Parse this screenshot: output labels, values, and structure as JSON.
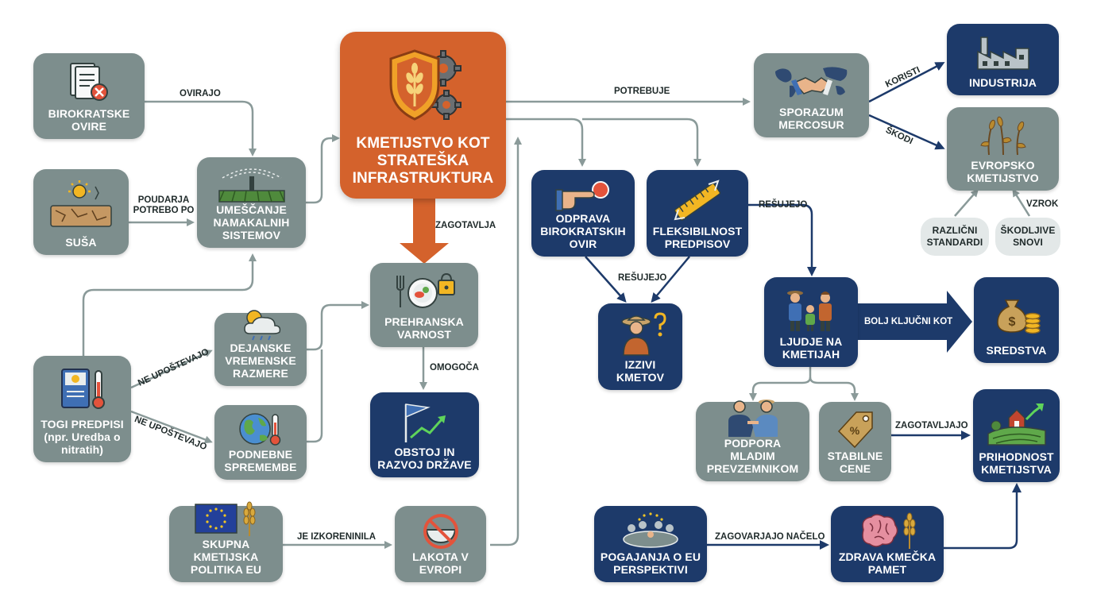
{
  "colors": {
    "gray_node": "#7d8e8d",
    "navy_node": "#1d3a6a",
    "orange_node": "#d4622c",
    "gray_edge": "#8a9a99",
    "navy_edge": "#1d3a6a",
    "orange_edge": "#d4622c"
  },
  "nodes": {
    "birokratske_ovire": "BIROKRATSKE OVIRE",
    "susa": "SUŠA",
    "umescanje": "UMEŠČANJE NAMAKALNIH SISTEMOV",
    "togi_predpisi": "TOGI PREDPISI (npr. Uredba o nitratih)",
    "dejanske": "DEJANSKE VREMENSKE RAZMERE",
    "podnebne": "PODNEBNE SPREMEMBE",
    "skupna_politika": "SKUPNA KMETIJSKA POLITIKA EU",
    "kmetijstvo_infra": "KMETIJSTVO KOT STRATEŠKA INFRASTRUKTURA",
    "prehranska": "PREHRANSKA VARNOST",
    "obstoj": "OBSTOJ IN RAZVOJ DRŽAVE",
    "lakota": "LAKOTA V EVROPI",
    "odprava": "ODPRAVA BIROKRATSKIH OVIR",
    "fleksibilnost": "FLEKSIBILNOST PREDPISOV",
    "izzivi": "IZZIVI KMETOV",
    "sporazum": "SPORAZUM MERCOSUR",
    "industrija": "INDUSTRIJA",
    "evropsko": "EVROPSKO KMETIJSTVO",
    "razlicni": "RAZLIČNI STANDARDI",
    "skodljive": "ŠKODLJIVE SNOVI",
    "ljudje": "LJUDJE NA KMETIJAH",
    "sredstva": "SREDSTVA",
    "podpora": "PODPORA MLADIM PREVZEMNIKOM",
    "stabilne": "STABILNE CENE",
    "prihodnost": "PRIHODNOST KMETIJSTVA",
    "pogajanja": "POGAJANJA O EU PERSPEKTIVI",
    "zdrava": "ZDRAVA KMEČKA PAMET"
  },
  "edge_labels": {
    "ovirajo": "OVIRAJO",
    "poudarja": "POUDARJA POTREBO PO",
    "ne_upostevajo_1": "NE UPOŠTEVAJO",
    "ne_upostevajo_2": "NE UPOŠTEVAJO",
    "zagotavlja": "ZAGOTAVLJA",
    "omogoca": "OMOGOČA",
    "je_izkoreninila": "JE IZKORENINILA",
    "potrebuje": "POTREBUJE",
    "koristi": "KORISTI",
    "skodi": "ŠKODI",
    "vzrok": "VZROK",
    "resujejo_1": "REŠUJEJO",
    "resujejo_2": "REŠUJEJO",
    "bolj_kljucni": "BOLJ KLJUČNI KOT",
    "zagotavljajo": "ZAGOTAVLJAJO",
    "zagovarjajo": "ZAGOVARJAJO NAČELO"
  },
  "icons": {
    "birokratske_ovire": "document-reject-icon",
    "susa": "drought-sun-icon",
    "umescanje": "irrigation-field-icon",
    "togi_predpisi": "rulebook-thermometer-icon",
    "dejanske": "sun-cloud-rain-icon",
    "podnebne": "globe-thermometer-icon",
    "skupna_politika": "eu-flag-wheat-icon",
    "kmetijstvo_infra": "shield-wheat-gears-icon",
    "prehranska": "plate-fork-lock-icon",
    "obstoj": "flag-growth-chart-icon",
    "lakota": "no-food-bowl-icon",
    "odprava": "hand-press-button-icon",
    "fleksibilnost": "ruler-arrows-icon",
    "izzivi": "farmer-question-icon",
    "sporazum": "handshake-world-map-icon",
    "industrija": "factory-icon",
    "evropsko": "withered-crops-icon",
    "ljudje": "farm-family-icon",
    "sredstva": "money-bag-coins-icon",
    "podpora": "farmers-handshake-icon",
    "stabilne": "price-tag-icon",
    "prihodnost": "farm-growth-icon",
    "pogajanja": "eu-negotiation-table-icon",
    "zdrava": "brain-wheat-icon"
  }
}
